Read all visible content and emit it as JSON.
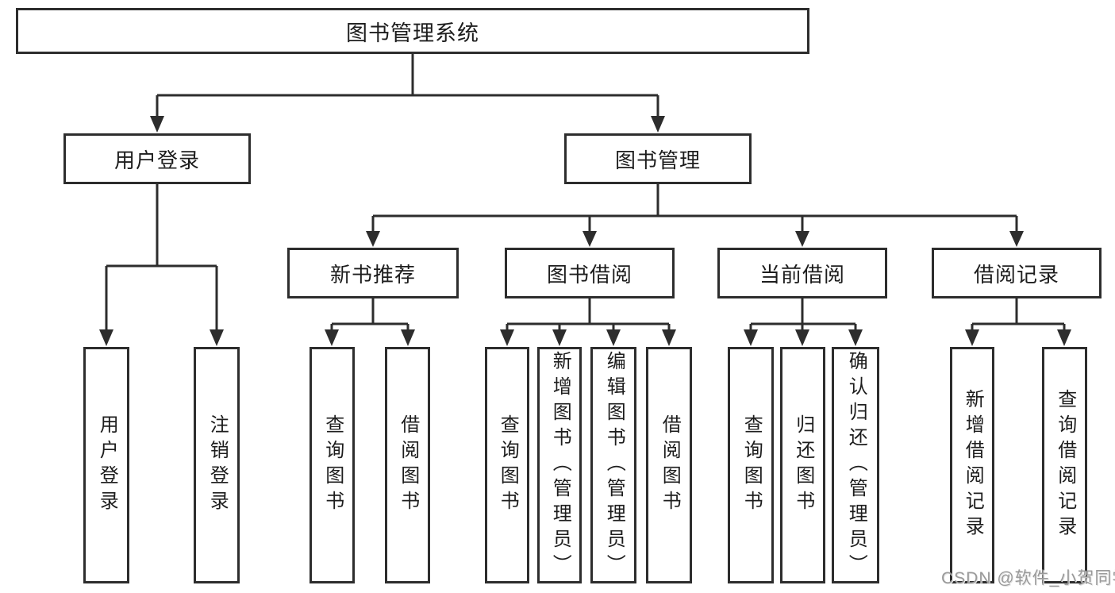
{
  "nodes": {
    "root": "图书管理系统",
    "user_login": "用户登录",
    "book_management": "图书管理",
    "new_book_recommend": "新书推荐",
    "book_borrowing": "图书借阅",
    "current_borrowing": "当前借阅",
    "borrowing_records": "借阅记录",
    "leaf_user_login": "用户登录",
    "leaf_logout": "注销登录",
    "leaf_query_books_recommend": "查询图书",
    "leaf_borrow_books_recommend": "借阅图书",
    "leaf_query_books_borrowing": "查询图书",
    "leaf_add_book_admin": "新增图书（管理员）",
    "leaf_edit_book_admin": "编辑图书（管理员）",
    "leaf_borrow_books_borrowing": "借阅图书",
    "leaf_query_books_current": "查询图书",
    "leaf_return_book": "归还图书",
    "leaf_confirm_return_admin": "确认归还（管理员）",
    "leaf_add_borrow_record": "新增借阅记录",
    "leaf_query_borrow_record": "查询借阅记录"
  },
  "watermark": {
    "text": "CSDN @软件_小贺同学"
  },
  "colors": {
    "line": "#2d2d2d",
    "text": "#1d1d1d",
    "watermark": "#9a9a9a",
    "background": "#ffffff"
  }
}
